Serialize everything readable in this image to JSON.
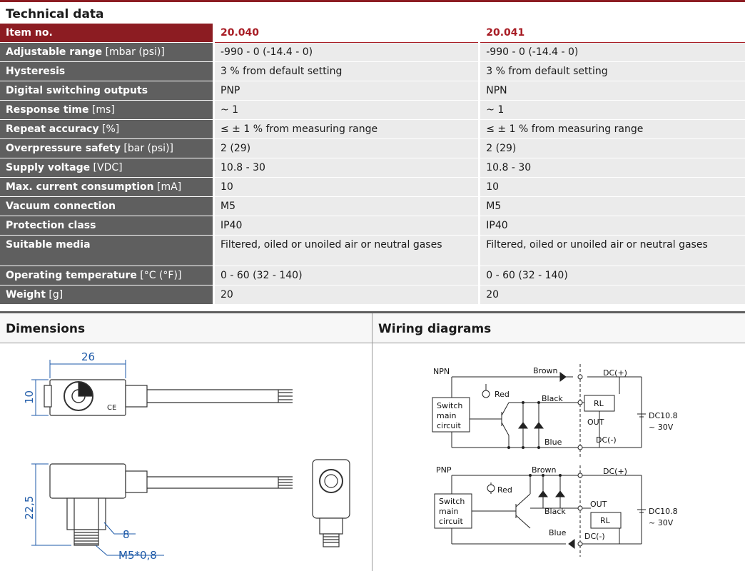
{
  "technical": {
    "title": "Technical data",
    "header": {
      "label": "Item no.",
      "col1": "20.040",
      "col2": "20.041"
    },
    "rows": [
      {
        "label": "Adjustable range",
        "unit": " [mbar (psi)]",
        "v1": "-990 - 0 (-14.4 - 0)",
        "v2": "-990 - 0 (-14.4 - 0)"
      },
      {
        "label": "Hysteresis",
        "unit": "",
        "v1": "3 % from default setting",
        "v2": "3 % from default setting"
      },
      {
        "label": "Digital switching outputs",
        "unit": "",
        "v1": "PNP",
        "v2": "NPN"
      },
      {
        "label": "Response time",
        "unit": " [ms]",
        "v1": "~ 1",
        "v2": "~ 1"
      },
      {
        "label": "Repeat accuracy",
        "unit": " [%]",
        "v1": "≤ ± 1 % from measuring range",
        "v2": "≤ ± 1 % from measuring range"
      },
      {
        "label": "Overpressure safety",
        "unit": " [bar (psi)]",
        "v1": "2 (29)",
        "v2": "2 (29)"
      },
      {
        "label": "Supply voltage",
        "unit": " [VDC]",
        "v1": "10.8 - 30",
        "v2": "10.8 - 30"
      },
      {
        "label": "Max. current consumption",
        "unit": " [mA]",
        "v1": "10",
        "v2": "10"
      },
      {
        "label": "Vacuum connection",
        "unit": "",
        "v1": "M5",
        "v2": "M5"
      },
      {
        "label": "Protection class",
        "unit": "",
        "v1": "IP40",
        "v2": "IP40"
      },
      {
        "label": "Suitable media",
        "unit": "",
        "v1": "Filtered, oiled  or unoiled air or neutral gases",
        "v2": "Filtered, oiled  or unoiled air or neutral gases"
      },
      {
        "label": "Operating temperature",
        "unit": " [°C (°F)]",
        "v1": "0 - 60 (32 - 140)",
        "v2": "0 - 60 (32 - 140)"
      },
      {
        "label": "Weight",
        "unit": " [g]",
        "v1": "20",
        "v2": "20"
      }
    ]
  },
  "dimensions": {
    "title": "Dimensions",
    "width_label": "26",
    "height_label": "10",
    "depth_label": "22,5",
    "hex_label": "8",
    "thread_label": "M5*0,8",
    "ce_mark": "CE"
  },
  "wiring": {
    "title": "Wiring diagrams",
    "npn": {
      "type": "NPN",
      "led": "Red",
      "brown": "Brown",
      "black": "Black",
      "blue": "Blue",
      "dc_pos": "DC(+)",
      "dc_neg": "DC(-)",
      "rl": "RL",
      "out": "OUT",
      "circuit": [
        "Switch",
        "main",
        "circuit"
      ],
      "supply": [
        "DC10.8",
        "~ 30V"
      ]
    },
    "pnp": {
      "type": "PNP",
      "led": "Red",
      "brown": "Brown",
      "black": "Black",
      "blue": "Blue",
      "dc_pos": "DC(+)",
      "dc_neg": "DC(-)",
      "rl": "RL",
      "out": "OUT",
      "circuit": [
        "Switch",
        "main",
        "circuit"
      ],
      "supply": [
        "DC10.8",
        "~ 30V"
      ]
    }
  },
  "colors": {
    "accent": "#8c1c22",
    "label_bg": "#5f5f5f",
    "value_bg": "#ebebeb",
    "dim_blue": "#1e5aa8"
  }
}
